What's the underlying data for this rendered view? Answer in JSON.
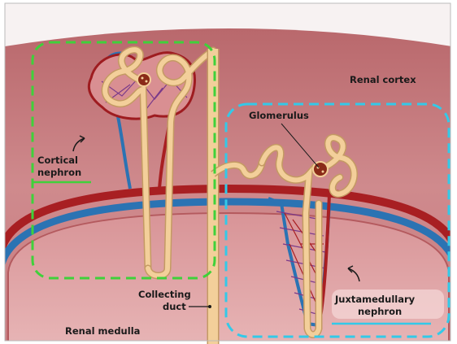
{
  "labels": {
    "renal_cortex": "Renal cortex",
    "renal_medulla": "Renal medulla",
    "glomerulus": "Glomerulus",
    "cortical_line1": "Cortical",
    "cortical_line2": "nephron",
    "collecting_line1": "Collecting",
    "collecting_line2": "duct",
    "juxta_line1": "Juxtamedullary",
    "juxta_line2": "nephron"
  },
  "colors": {
    "cortex": "#c97f82",
    "medulla": "#dc9fa1",
    "tubule": "#f3cf9a",
    "artery": "#a81f22",
    "vein": "#2b73b3",
    "cortical_highlight": "#3fd13a",
    "juxta_highlight": "#33c9e8"
  }
}
